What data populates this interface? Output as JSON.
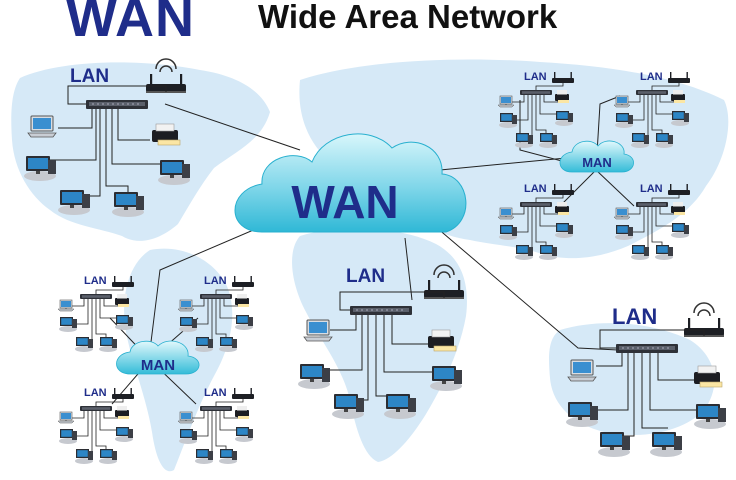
{
  "header": {
    "logo_text": "WAN",
    "title": "Wide Area Network"
  },
  "labels": {
    "wan": "WAN",
    "man": "MAN",
    "lan": "LAN"
  },
  "colors": {
    "brand": "#1f2d8a",
    "cloud_light": "#c8eff6",
    "cloud_dark": "#2fb8d6",
    "map": "#d6e9f7",
    "device_blue": "#2d86c6",
    "link": "#222222"
  },
  "icons": [
    "router-icon",
    "switch-icon",
    "printer-icon",
    "laptop-icon",
    "desktop-icon",
    "cloud-icon"
  ]
}
